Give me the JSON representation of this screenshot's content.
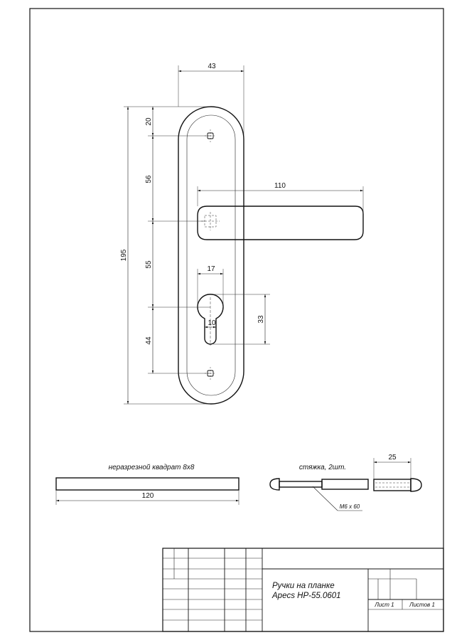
{
  "drawing": {
    "dims": {
      "plate_width": "43",
      "handle_length": "110",
      "total_height": "195",
      "top_to_hole": "20",
      "hole_to_square": "56",
      "square_to_cylinder": "55",
      "cylinder_to_hole": "44",
      "cylinder_width": "17",
      "slot_width": "10",
      "cylinder_height": "33",
      "square_rod_length": "120",
      "screw_length": "25"
    },
    "captions": {
      "square_rod": "неразрезной квадрат 8х8",
      "screws": "стяжка, 2шт.",
      "thread": "М6 х 60"
    }
  },
  "title_block": {
    "name_line1": "Ручки на планке",
    "name_line2": "Apecs HP-55.0601",
    "sheet": "Лист 1",
    "sheets": "Листов 1"
  }
}
